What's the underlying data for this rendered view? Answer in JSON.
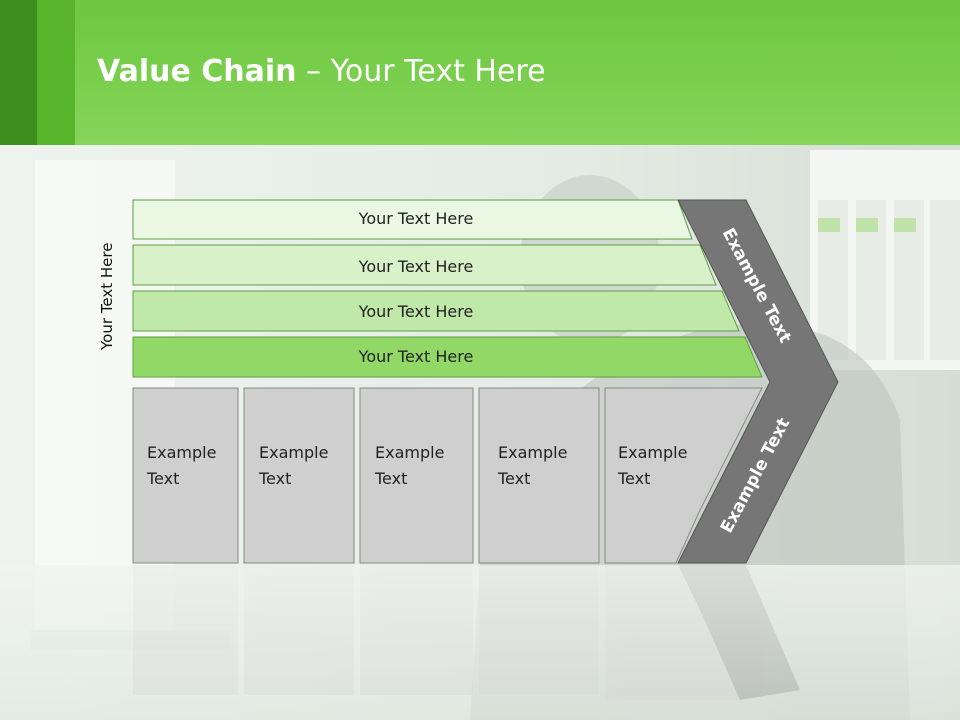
{
  "slide": {
    "title_bold": "Value Chain",
    "title_rest": " – Your Text Here"
  },
  "side_label": "Your Text Here",
  "rows": [
    {
      "label": "Your Text Here",
      "fill": "#eaf7e2"
    },
    {
      "label": "Your Text Here",
      "fill": "#d8f1c9"
    },
    {
      "label": "Your Text Here",
      "fill": "#c0e8a8"
    },
    {
      "label": "Your Text Here",
      "fill": "#92d866"
    }
  ],
  "boxes": [
    {
      "line1": "Example",
      "line2": "Text"
    },
    {
      "line1": "Example",
      "line2": "Text"
    },
    {
      "line1": "Example",
      "line2": "Text"
    },
    {
      "line1": "Example",
      "line2": "Text"
    },
    {
      "line1": "Example",
      "line2": "Text"
    }
  ],
  "chevron": {
    "upper_text": "Example Text",
    "lower_text": "Example Text",
    "fill": "#767676"
  },
  "colors": {
    "header_green": "#6cc83e",
    "box_gray": "#cfcfcf"
  }
}
